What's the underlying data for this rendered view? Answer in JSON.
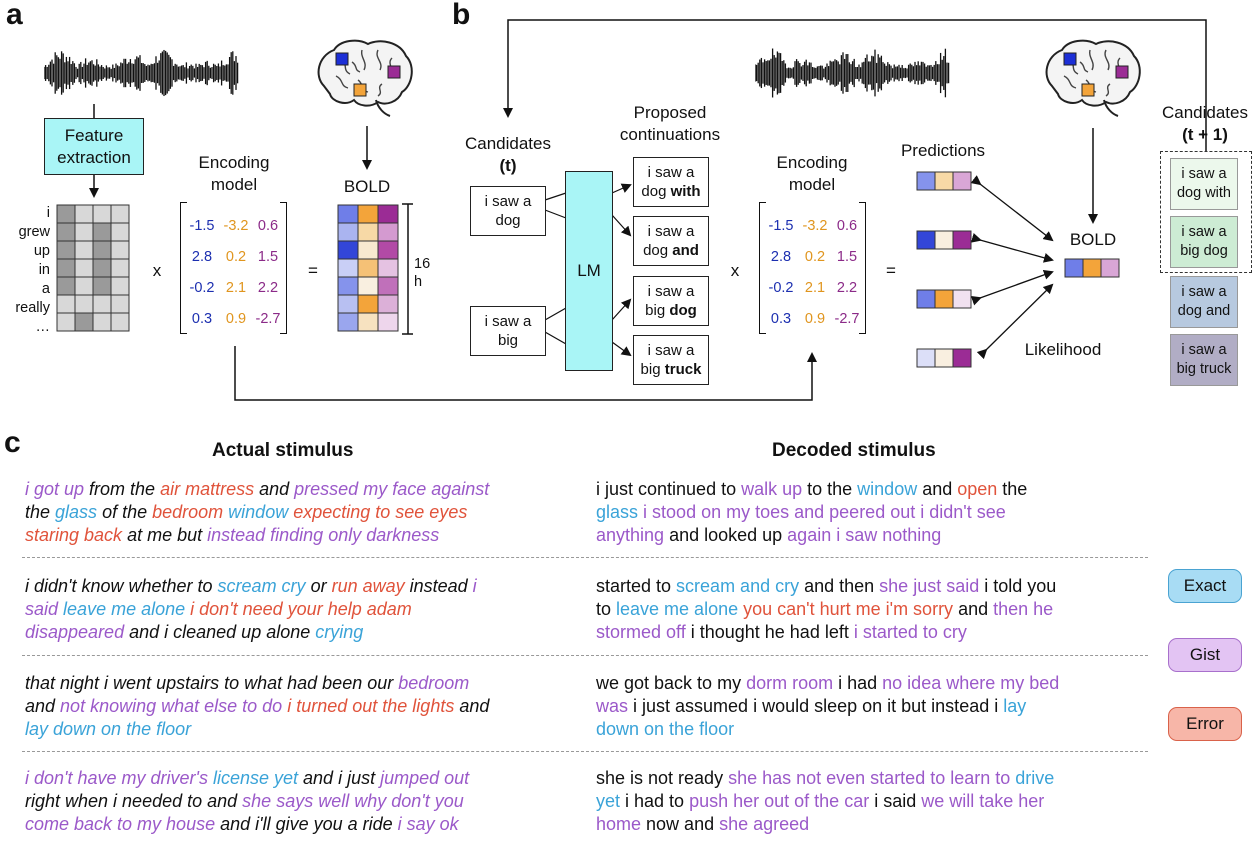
{
  "panels": {
    "a": "a",
    "b": "b",
    "c": "c"
  },
  "panel_a": {
    "feature_extraction": "Feature extraction",
    "words": [
      "i",
      "grew",
      "up",
      "in",
      "a",
      "really",
      "…"
    ],
    "x_sign": "x",
    "eq_sign": "=",
    "encoding_model": "Encoding model",
    "bold": "BOLD",
    "hours": "16 h",
    "matrix": [
      [
        "-1.5",
        "-3.2",
        "0.6"
      ],
      [
        "2.8",
        "0.2",
        "1.5"
      ],
      [
        "-0.2",
        "2.1",
        "2.2"
      ],
      [
        "0.3",
        "0.9",
        "-2.7"
      ]
    ]
  },
  "panel_b": {
    "candidates_t": "Candidates",
    "candidates_t_sub": "(t)",
    "cand1": "i saw a dog",
    "cand2": "i saw a big",
    "lm": "LM",
    "proposed": "Proposed continuations",
    "cont": [
      {
        "plain": "i saw a dog",
        "bold": "with"
      },
      {
        "plain": "i saw a dog",
        "bold": "and"
      },
      {
        "plain": "i saw a big",
        "bold": "dog"
      },
      {
        "plain": "i saw a big",
        "bold": "truck"
      }
    ],
    "x_sign": "x",
    "eq_sign": "=",
    "encoding_model": "Encoding model",
    "predictions": "Predictions",
    "bold": "BOLD",
    "likelihood": "Likelihood",
    "candidates_next": "Candidates",
    "candidates_next_sub": "(t + 1)",
    "next": [
      "i saw a dog with",
      "i saw a big dog",
      "i saw a dog and",
      "i saw a big truck"
    ]
  },
  "panel_c": {
    "actual_header": "Actual stimulus",
    "decoded_header": "Decoded stimulus",
    "legend": {
      "exact": "Exact",
      "gist": "Gist",
      "error": "Error"
    },
    "colors": {
      "exact": "#3aa3d8",
      "gist": "#9b59c9",
      "error": "#e0533b"
    },
    "rows": [
      {
        "actual": [
          [
            {
              "t": "i got up",
              "c": "gist"
            },
            {
              "t": " from the "
            },
            {
              "t": "air mattress",
              "c": "error"
            },
            {
              "t": " and "
            },
            {
              "t": "pressed my face against",
              "c": "gist"
            }
          ],
          [
            {
              "t": "the "
            },
            {
              "t": "glass",
              "c": "exact"
            },
            {
              "t": " of the "
            },
            {
              "t": "bedroom",
              "c": "error"
            },
            {
              "t": " "
            },
            {
              "t": "window",
              "c": "exact"
            },
            {
              "t": " "
            },
            {
              "t": "expecting to see eyes",
              "c": "error"
            }
          ],
          [
            {
              "t": "staring back",
              "c": "error"
            },
            {
              "t": " at me but "
            },
            {
              "t": "instead finding only darkness",
              "c": "gist"
            }
          ]
        ],
        "decoded": [
          [
            {
              "t": "i just continued to "
            },
            {
              "t": "walk up",
              "c": "gist"
            },
            {
              "t": " to the "
            },
            {
              "t": "window",
              "c": "exact"
            },
            {
              "t": " and "
            },
            {
              "t": "open",
              "c": "error"
            },
            {
              "t": " the"
            }
          ],
          [
            {
              "t": "glass",
              "c": "exact"
            },
            {
              "t": " "
            },
            {
              "t": "i stood on my toes and peered out i didn't see",
              "c": "gist"
            }
          ],
          [
            {
              "t": "anything",
              "c": "gist"
            },
            {
              "t": " and looked up "
            },
            {
              "t": "again i saw nothing",
              "c": "gist"
            }
          ]
        ]
      },
      {
        "actual": [
          [
            {
              "t": "i didn't know whether to "
            },
            {
              "t": "scream cry",
              "c": "exact"
            },
            {
              "t": " or "
            },
            {
              "t": "run away",
              "c": "error"
            },
            {
              "t": " instead "
            },
            {
              "t": "i",
              "c": "gist"
            }
          ],
          [
            {
              "t": "said",
              "c": "gist"
            },
            {
              "t": " "
            },
            {
              "t": "leave me alone",
              "c": "exact"
            },
            {
              "t": " "
            },
            {
              "t": "i don't need your help adam",
              "c": "error"
            }
          ],
          [
            {
              "t": "disappeared",
              "c": "gist"
            },
            {
              "t": " and i cleaned up alone "
            },
            {
              "t": "crying",
              "c": "exact"
            }
          ]
        ],
        "decoded": [
          [
            {
              "t": "started to "
            },
            {
              "t": "scream and cry",
              "c": "exact"
            },
            {
              "t": " and then "
            },
            {
              "t": "she just said",
              "c": "gist"
            },
            {
              "t": " i told you"
            }
          ],
          [
            {
              "t": "to "
            },
            {
              "t": "leave me alone",
              "c": "exact"
            },
            {
              "t": " "
            },
            {
              "t": "you can't hurt me i'm sorry",
              "c": "error"
            },
            {
              "t": " and "
            },
            {
              "t": "then he",
              "c": "gist"
            }
          ],
          [
            {
              "t": "stormed off",
              "c": "gist"
            },
            {
              "t": " i thought he had left "
            },
            {
              "t": "i started to cry",
              "c": "gist"
            }
          ]
        ]
      },
      {
        "actual": [
          [
            {
              "t": "that night i went upstairs to what had been our "
            },
            {
              "t": "bedroom",
              "c": "gist"
            }
          ],
          [
            {
              "t": "and "
            },
            {
              "t": "not knowing what else to do",
              "c": "gist"
            },
            {
              "t": " "
            },
            {
              "t": "i turned out the lights",
              "c": "error"
            },
            {
              "t": " and"
            }
          ],
          [
            {
              "t": "lay down on the floor",
              "c": "exact"
            }
          ]
        ],
        "decoded": [
          [
            {
              "t": "we got back to my "
            },
            {
              "t": "dorm room",
              "c": "gist"
            },
            {
              "t": " i had "
            },
            {
              "t": "no idea where my bed",
              "c": "gist"
            }
          ],
          [
            {
              "t": "was",
              "c": "gist"
            },
            {
              "t": " i just assumed i would sleep on it but instead i "
            },
            {
              "t": "lay",
              "c": "exact"
            }
          ],
          [
            {
              "t": "down on the floor",
              "c": "exact"
            }
          ]
        ]
      },
      {
        "actual": [
          [
            {
              "t": "i don't have my",
              "c": "gist"
            },
            {
              "t": " "
            },
            {
              "t": "driver's",
              "c": "gist"
            },
            {
              "t": " "
            },
            {
              "t": "license yet",
              "c": "exact"
            },
            {
              "t": " and i just "
            },
            {
              "t": "jumped out",
              "c": "gist"
            }
          ],
          [
            {
              "t": "right when i needed to and "
            },
            {
              "t": "she says well why don't you",
              "c": "gist"
            }
          ],
          [
            {
              "t": "come back to my house",
              "c": "gist"
            },
            {
              "t": " and i'll give you a ride "
            },
            {
              "t": "i say ok",
              "c": "gist"
            }
          ]
        ],
        "decoded": [
          [
            {
              "t": "she is not ready "
            },
            {
              "t": "she has not even started to learn to",
              "c": "gist"
            },
            {
              "t": " "
            },
            {
              "t": "drive",
              "c": "exact"
            }
          ],
          [
            {
              "t": "yet",
              "c": "exact"
            },
            {
              "t": " i had to "
            },
            {
              "t": "push her out",
              "c": "gist"
            },
            {
              "t": " "
            },
            {
              "t": "of the car",
              "c": "gist"
            },
            {
              "t": " i said "
            },
            {
              "t": "we will take her",
              "c": "gist"
            }
          ],
          [
            {
              "t": "home",
              "c": "gist"
            },
            {
              "t": " now and "
            },
            {
              "t": "she agreed",
              "c": "gist"
            }
          ]
        ]
      }
    ]
  }
}
